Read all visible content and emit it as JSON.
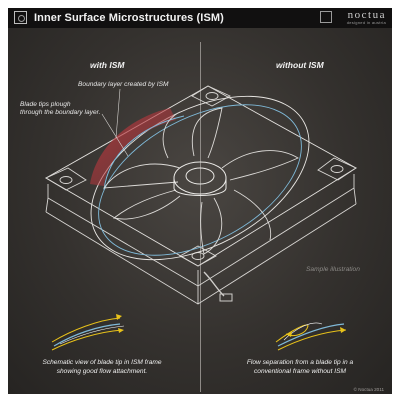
{
  "header": {
    "title": "Inner Surface Microstructures (ISM)",
    "brand_name": "noctua",
    "brand_tagline": "designed in austria"
  },
  "columns": {
    "left_heading": "with ISM",
    "right_heading": "without ISM"
  },
  "annotations": {
    "boundary_layer": "Boundary layer created by ISM",
    "blade_tips_line1": "Blade tips plough",
    "blade_tips_line2": "through the boundary layer.",
    "sample": "Sample illustration"
  },
  "captions": {
    "left_line1": "Schematic view of blade tip in ISM frame",
    "left_line2": "showing good flow attachment.",
    "right_line1": "Flow separation from a blade tip in a",
    "right_line2": "conventional frame without ISM"
  },
  "copyright": "© Noctua 2011",
  "colors": {
    "background": "#34312e",
    "header": "#111010",
    "flow_arrow": "#e8c21a",
    "ism_highlight": "#b5373d",
    "boundary_line": "#7fb9d8"
  }
}
